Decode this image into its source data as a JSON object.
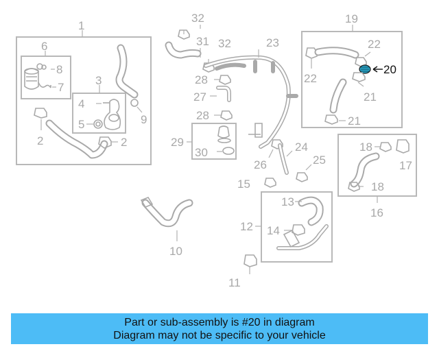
{
  "diagram": {
    "callouts": [
      {
        "id": "c1",
        "text": "1"
      },
      {
        "id": "c2a",
        "text": "2"
      },
      {
        "id": "c2b",
        "text": "2"
      },
      {
        "id": "c3",
        "text": "3"
      },
      {
        "id": "c4",
        "text": "4"
      },
      {
        "id": "c5",
        "text": "5"
      },
      {
        "id": "c6",
        "text": "6"
      },
      {
        "id": "c7",
        "text": "7"
      },
      {
        "id": "c8",
        "text": "8"
      },
      {
        "id": "c9",
        "text": "9"
      },
      {
        "id": "c10",
        "text": "10"
      },
      {
        "id": "c11",
        "text": "11"
      },
      {
        "id": "c12",
        "text": "12"
      },
      {
        "id": "c13",
        "text": "13"
      },
      {
        "id": "c14",
        "text": "14"
      },
      {
        "id": "c15",
        "text": "15"
      },
      {
        "id": "c16",
        "text": "16"
      },
      {
        "id": "c17",
        "text": "17"
      },
      {
        "id": "c18a",
        "text": "18"
      },
      {
        "id": "c18b",
        "text": "18"
      },
      {
        "id": "c19",
        "text": "19"
      },
      {
        "id": "c20",
        "text": "20"
      },
      {
        "id": "c21a",
        "text": "21"
      },
      {
        "id": "c21b",
        "text": "21"
      },
      {
        "id": "c22a",
        "text": "22"
      },
      {
        "id": "c22b",
        "text": "22"
      },
      {
        "id": "c23",
        "text": "23"
      },
      {
        "id": "c24",
        "text": "24"
      },
      {
        "id": "c25",
        "text": "25"
      },
      {
        "id": "c26",
        "text": "26"
      },
      {
        "id": "c27",
        "text": "27"
      },
      {
        "id": "c28a",
        "text": "28"
      },
      {
        "id": "c28b",
        "text": "28"
      },
      {
        "id": "c29",
        "text": "29"
      },
      {
        "id": "c30",
        "text": "30"
      },
      {
        "id": "c31",
        "text": "31"
      },
      {
        "id": "c32a",
        "text": "32"
      },
      {
        "id": "c32b",
        "text": "32"
      }
    ],
    "highlighted_part": "20",
    "colors": {
      "line_art": "#a9a9a9",
      "highlight_part": "#2aa7c9",
      "caption_bg": "#4dbcf6"
    }
  },
  "caption": {
    "line1": "Part or sub-assembly is #20 in diagram",
    "line2": "Diagram may not be specific to your vehicle"
  }
}
